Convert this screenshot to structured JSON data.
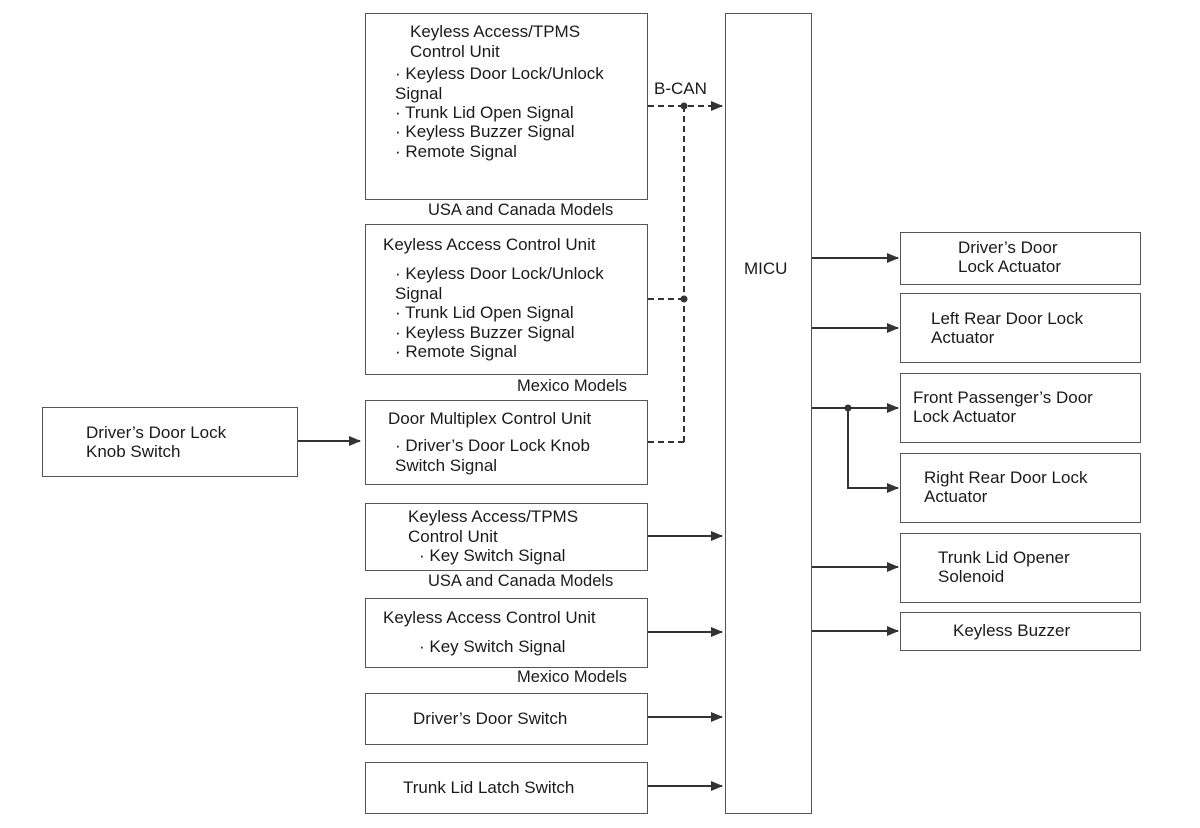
{
  "bus_label": "B-CAN",
  "micu": {
    "label": "MICU"
  },
  "inputs": {
    "keyless_tpms_bcan": {
      "title_1": "Keyless Access/TPMS",
      "title_2": "Control Unit",
      "lines": [
        "· Keyless Door Lock/Unlock",
        "Signal",
        "· Trunk Lid Open Signal",
        "· Keyless Buzzer Signal",
        "· Remote Signal"
      ],
      "caption": "USA and Canada Models"
    },
    "keyless_bcan": {
      "title": "Keyless Access Control Unit",
      "lines": [
        "· Keyless Door Lock/Unlock",
        "Signal",
        "· Trunk Lid Open Signal",
        "· Keyless Buzzer Signal",
        "· Remote Signal"
      ],
      "caption": "Mexico Models"
    },
    "door_multiplex": {
      "title": "Door Multiplex Control Unit",
      "lines": [
        "· Driver’s Door Lock Knob",
        "Switch Signal"
      ]
    },
    "knob_switch": {
      "line_1": "Driver’s Door Lock",
      "line_2": "Knob Switch"
    },
    "keyless_tpms_key": {
      "title_1": "Keyless Access/TPMS",
      "title_2": "Control Unit",
      "line": "· Key Switch Signal",
      "caption": "USA and Canada Models"
    },
    "keyless_key": {
      "title": "Keyless Access Control Unit",
      "line": "· Key Switch Signal",
      "caption": "Mexico Models"
    },
    "drivers_door_switch": "Driver’s Door Switch",
    "trunk_latch_switch": "Trunk Lid Latch Switch"
  },
  "outputs": {
    "driver_lock": [
      "Driver’s Door",
      "Lock Actuator"
    ],
    "left_rear_lock": [
      "Left Rear Door Lock",
      "Actuator"
    ],
    "front_passenger_lock": [
      "Front Passenger’s Door",
      "Lock Actuator"
    ],
    "right_rear_lock": [
      "Right Rear Door Lock",
      "Actuator"
    ],
    "trunk_opener": [
      "Trunk Lid Opener",
      "Solenoid"
    ],
    "keyless_buzzer": "Keyless Buzzer"
  }
}
